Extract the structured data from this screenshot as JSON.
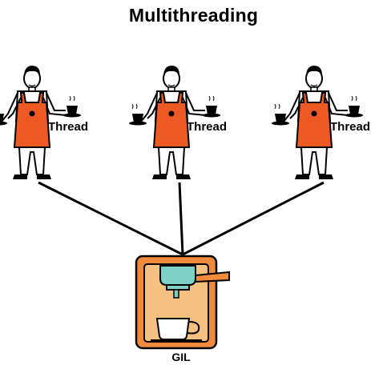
{
  "title": "Multithreading",
  "threads": [
    {
      "label": "Thread"
    },
    {
      "label": "Thread"
    },
    {
      "label": "Thread"
    }
  ],
  "gil": {
    "label": "GIL"
  },
  "colors": {
    "apron": "#ee5a24",
    "machine_outer": "#f08a3c",
    "machine_inner": "#f6c081",
    "brew_head": "#7fd1c6",
    "line": "#000000"
  }
}
